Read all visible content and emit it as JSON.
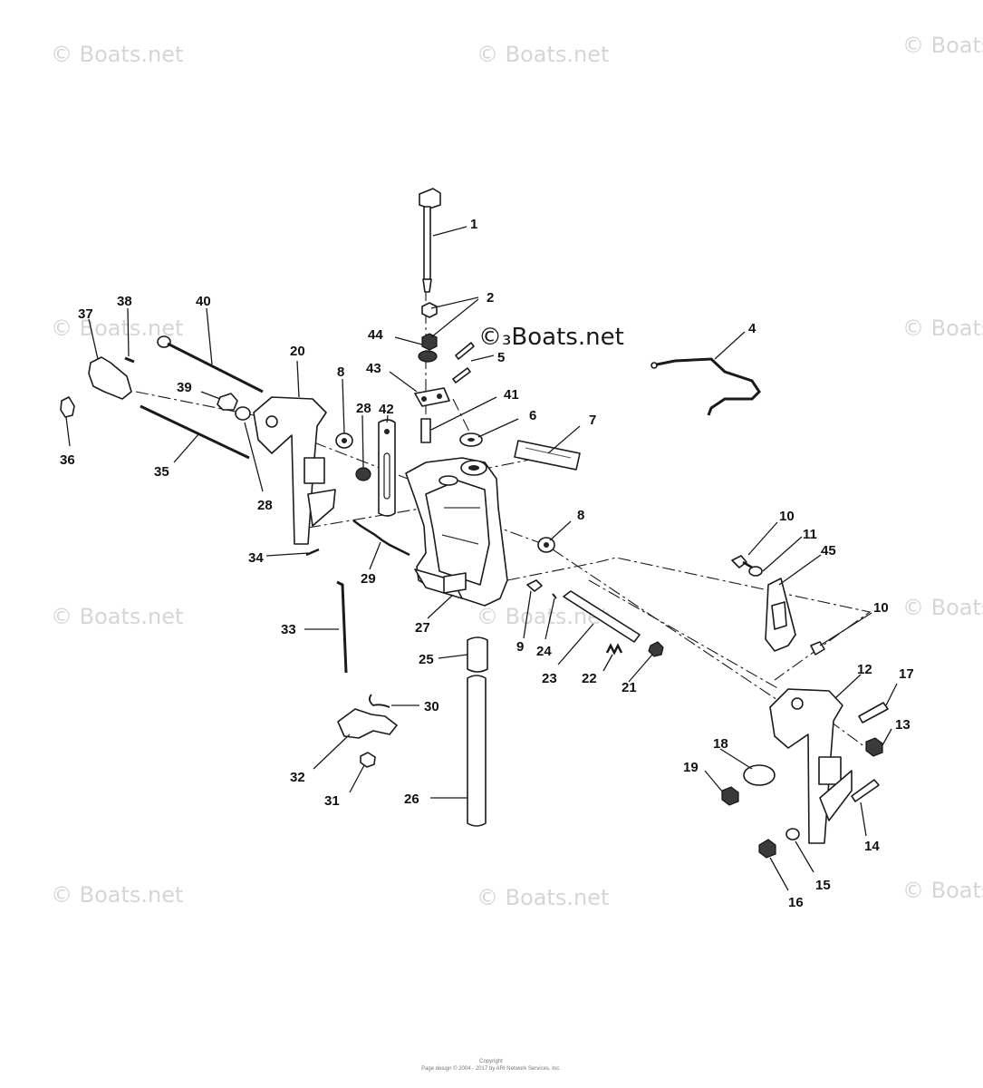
{
  "watermark": {
    "text": "© Boats.net",
    "center_text": "©₃Boats.net"
  },
  "footer": {
    "line1": "Copyright",
    "line2": "Page design © 2004 - 2017 by ARI Network Services, Inc."
  },
  "callouts": [
    "1",
    "2",
    "4",
    "5",
    "6",
    "7",
    "8",
    "9",
    "10",
    "11",
    "12",
    "13",
    "14",
    "15",
    "16",
    "17",
    "18",
    "19",
    "20",
    "21",
    "22",
    "23",
    "24",
    "25",
    "26",
    "27",
    "28",
    "29",
    "30",
    "31",
    "32",
    "33",
    "34",
    "35",
    "36",
    "37",
    "38",
    "39",
    "40",
    "41",
    "42",
    "43",
    "44",
    "45"
  ]
}
